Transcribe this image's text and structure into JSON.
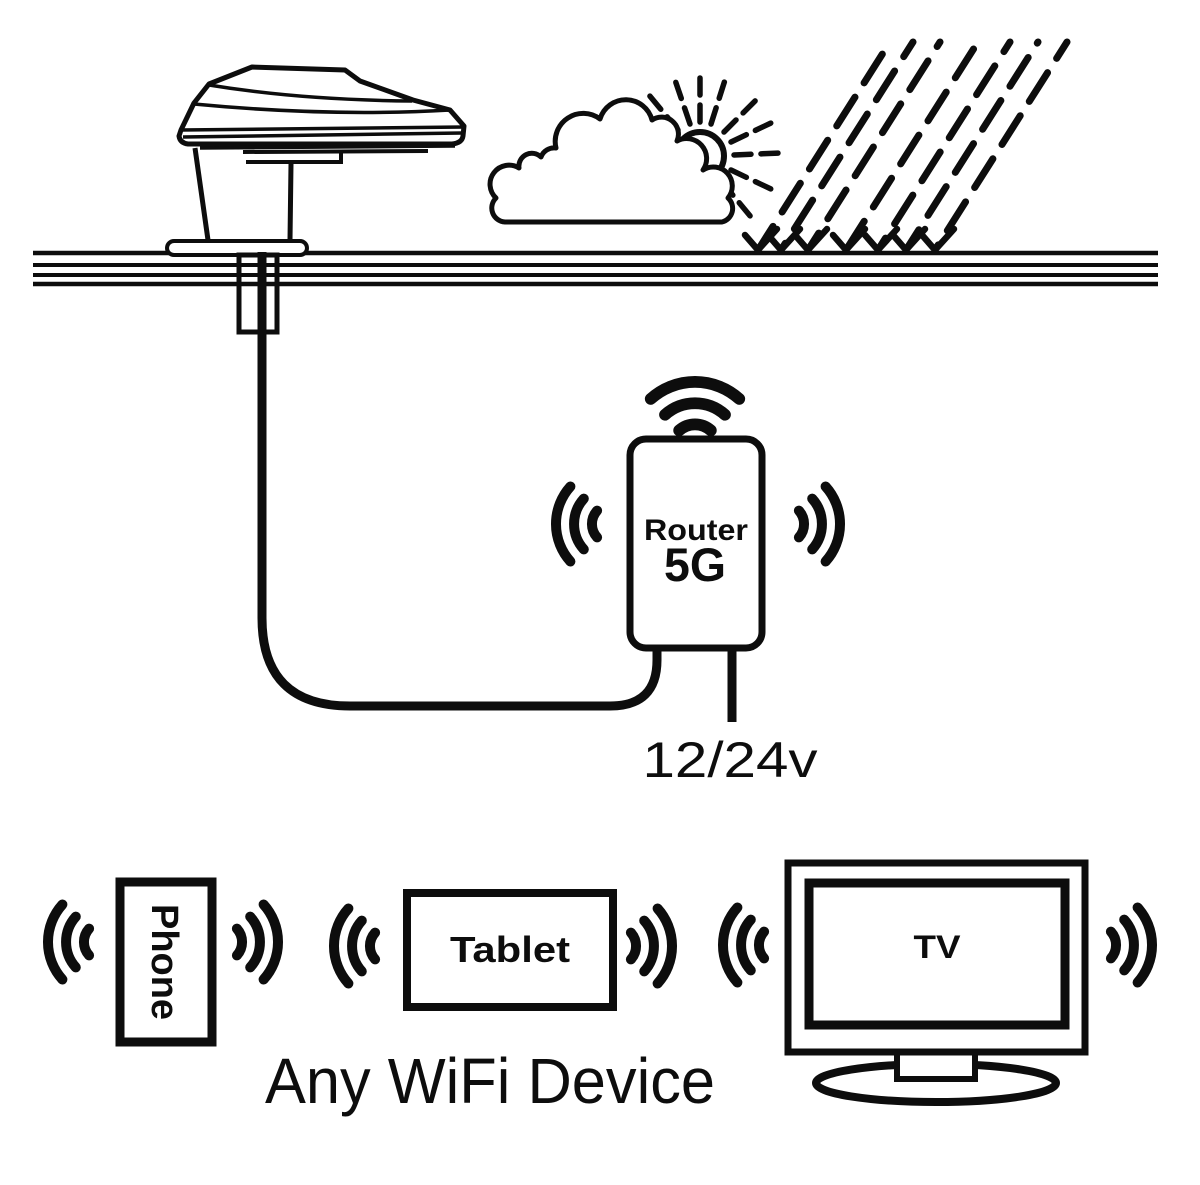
{
  "page": {
    "title": "5G antenna and router WiFi coverage diagram",
    "colors": {
      "ink": "#0d0d0d",
      "background": "#ffffff"
    }
  },
  "diagram": {
    "router": {
      "name": "Router",
      "tech": "5G"
    },
    "power_label": "12/24v",
    "devices": {
      "phone": "Phone",
      "tablet": "Tablet",
      "tv": "TV"
    },
    "caption": "Any WiFi Device",
    "scene_icons": [
      "roof-antenna-icon",
      "cloud-icon",
      "sun-icon",
      "rain-icon",
      "wifi-waves-icon",
      "coax-cable-icon",
      "power-cable-icon",
      "tv-icon",
      "tablet-icon",
      "phone-icon"
    ]
  }
}
